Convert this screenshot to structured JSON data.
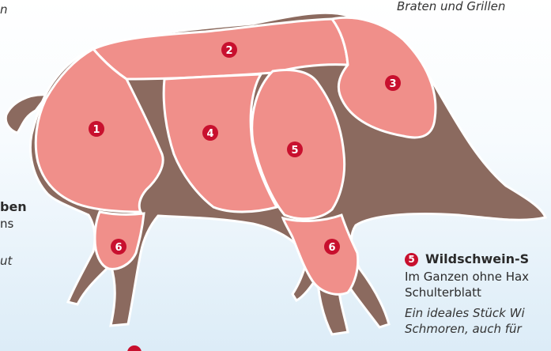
{
  "left_block": {
    "line1_fragment": "n",
    "heading_fragment": "ben",
    "line2_fragment": "ns",
    "italic_fragment": "ut"
  },
  "top_right": {
    "italic_text": "Braten und Grillen"
  },
  "legend_5": {
    "number": "5",
    "title": "Wildschwein-S",
    "desc_line1": "Im Ganzen ohne Hax",
    "desc_line2": "Schulterblatt",
    "italic_line1": "Ein ideales Stück Wi",
    "italic_line2": "Schmoren, auch für"
  },
  "cuts": [
    {
      "number": "1"
    },
    {
      "number": "2"
    },
    {
      "number": "3"
    },
    {
      "number": "4"
    },
    {
      "number": "5"
    },
    {
      "number": "6"
    },
    {
      "number": "6"
    }
  ],
  "colors": {
    "meat": "#f08f8a",
    "hide": "#8b6a5f",
    "badge": "#c8102e",
    "outline": "#ffffff"
  }
}
